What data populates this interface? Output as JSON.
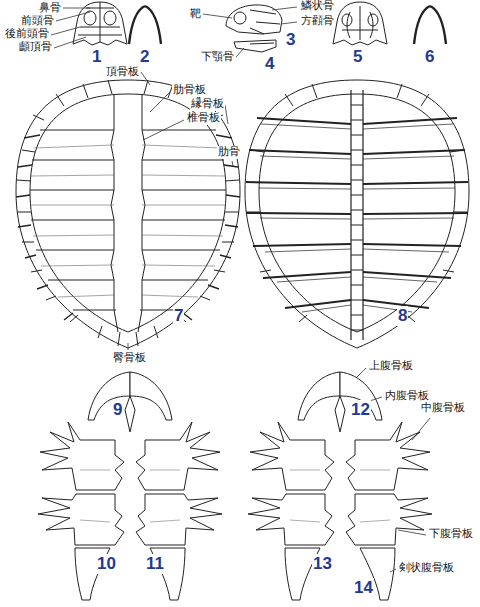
{
  "diagram": {
    "labels": [
      "鼻骨",
      "前頭骨",
      "後前頭骨",
      "顱頂骨",
      "1",
      "2",
      "靶",
      "鱗状骨",
      "方顴骨",
      "3",
      "下顎骨",
      "4",
      "5",
      "6",
      "頂骨板",
      "肋骨板",
      "縁骨板",
      "椎骨板",
      "肋骨",
      "7",
      "8",
      "臀骨板",
      "9",
      "10",
      "11",
      "上腹骨板",
      "内腹骨板",
      "12",
      "中腹骨板",
      "下腹骨板",
      "13",
      "剣状腹骨板",
      "14"
    ]
  }
}
